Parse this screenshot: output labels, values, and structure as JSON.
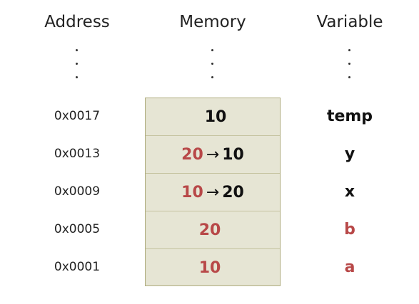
{
  "headers": {
    "address": "Address",
    "memory": "Memory",
    "variable": "Variable"
  },
  "colors": {
    "cell_fill": "#e6e5d4",
    "cell_border": "#aeac7e",
    "old_value_red": "#b84848",
    "text_black": "#111111"
  },
  "rows": [
    {
      "address": "0x0017",
      "mem_old": "",
      "arrow": "",
      "mem_new": "10",
      "variable": "temp"
    },
    {
      "address": "0x0013",
      "mem_old": "20",
      "arrow": "→",
      "mem_new": "10",
      "variable": "y"
    },
    {
      "address": "0x0009",
      "mem_old": "10",
      "arrow": "→",
      "mem_new": "20",
      "variable": "x"
    },
    {
      "address": "0x0005",
      "mem_old": "20",
      "arrow": "",
      "mem_new": "",
      "variable": "b"
    },
    {
      "address": "0x0001",
      "mem_old": "10",
      "arrow": "",
      "mem_new": "",
      "variable": "a"
    }
  ]
}
